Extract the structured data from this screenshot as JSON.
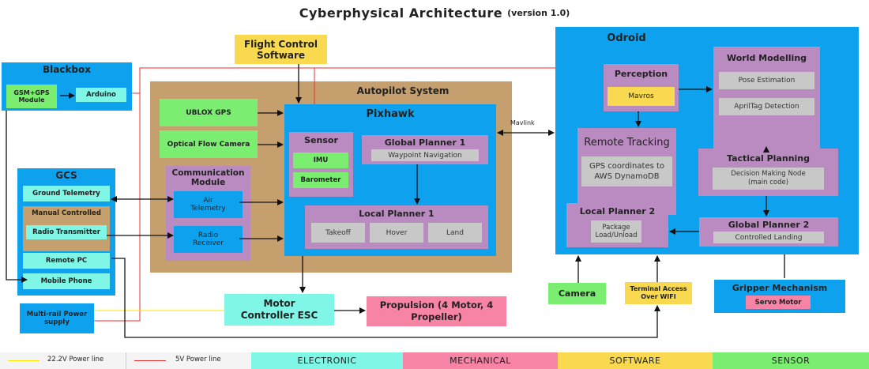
{
  "title": "Cyberphysical Architecture",
  "version": "(version 1.0)",
  "flight_control": "Flight Control Software",
  "blackbox": {
    "title": "Blackbox",
    "gsm": "GSM+GPS Module",
    "arduino": "Arduino"
  },
  "gcs": {
    "title": "GCS",
    "ground_telemetry": "Ground Telemetry",
    "manual_controlled": "Manual Controlled",
    "radio_transmitter": "Radio Transmitter",
    "remote_pc": "Remote PC",
    "mobile_phone": "Mobile Phone"
  },
  "power_supply": "Multi-rail Power supply",
  "autopilot": {
    "title": "Autopilot System",
    "ublox": "UBLOX GPS",
    "optical_flow": "Optical Flow Camera",
    "comm_module": "Communication Module",
    "air_telemetry": "Air Telemetry",
    "radio_receiver": "Radio Receiver"
  },
  "pixhawk": {
    "title": "Pixhawk",
    "sensor": "Sensor",
    "imu": "IMU",
    "barometer": "Barometer",
    "global_planner_1": "Global Planner 1",
    "waypoint": "Waypoint Navigation",
    "local_planner_1": "Local Planner 1",
    "takeoff": "Takeoff",
    "hover": "Hover",
    "land": "Land"
  },
  "mavlink": "Mavlink",
  "odroid": {
    "title": "Odroid",
    "perception": "Perception",
    "mavros": "Mavros",
    "world_modelling": "World Modelling",
    "pose_estimation": "Pose Estimation",
    "apriltag": "AprilTag Detection",
    "remote_tracking": "Remote Tracking",
    "gps_dynamo": "GPS coordinates to AWS DynamoDB",
    "tactical_planning": "Tactical Planning",
    "decision_making": "Decision Making Node (main code)",
    "local_planner_2": "Local Planner 2",
    "package": "Package Load/Unload",
    "global_planner_2": "Global Planner 2",
    "controlled_landing": "Controlled Landing"
  },
  "camera": "Camera",
  "terminal_access": "Terminal Access Over WIFI",
  "gripper": {
    "title": "Gripper Mechanism",
    "servo": "Servo Motor"
  },
  "motor_controller": "Motor Controller ESC",
  "propulsion": "Propulsion (4 Motor, 4 Propeller)",
  "legend": {
    "power_22v": "22.2V Power line",
    "power_5v": "5V Power line",
    "electronic": "ELECTRONIC",
    "mechanical": "MECHANICAL",
    "software": "SOFTWARE",
    "sensor": "SENSOR"
  },
  "colors": {
    "electronic": "#7ff6e6",
    "mechanical": "#f783a5",
    "software": "#f8d94f",
    "sensor": "#7bed70",
    "blue": "#0ea2ee",
    "tan": "#c69f6e",
    "purple": "#b98bc0",
    "line_22v": "#ffe600",
    "line_5v": "#e53030"
  }
}
